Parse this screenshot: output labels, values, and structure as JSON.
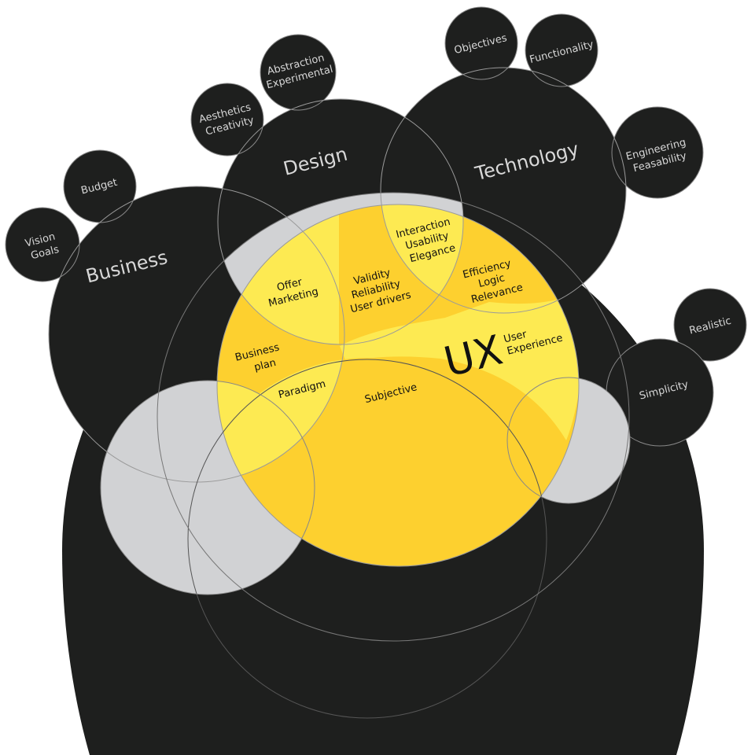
{
  "colors": {
    "background": "#ffffff",
    "circle_dark": "#1e1f1e",
    "overlap_gray": "#d1d2d4",
    "ux_orange": "#fdd02f",
    "ux_yellow": "#fdea52",
    "stroke": "#9a9a9a",
    "text_light": "#d8d8d8",
    "text_dark": "#111111"
  },
  "diagram": {
    "main_circles": {
      "business": "Business",
      "design": "Design",
      "technology": "Technology"
    },
    "satellites": {
      "vision_goals": [
        "Vision",
        "Goals"
      ],
      "budget": "Budget",
      "aesthetics_creativity": [
        "Aesthetics",
        "Creativity"
      ],
      "abstraction_experimental": [
        "Abstraction",
        "Experimental"
      ],
      "objectives": "Objectives",
      "functionality": "Functionality",
      "engineering_feasability": [
        "Engineering",
        "Feasability"
      ],
      "realistic": "Realistic",
      "simplicity": "Simplicity"
    },
    "ux": {
      "title": "UX",
      "subtitle": [
        "User",
        "Experience"
      ],
      "regions": {
        "offer_marketing": [
          "Offer",
          "Marketing"
        ],
        "validity": [
          "Validity",
          "Reliability",
          "User drivers"
        ],
        "interaction": [
          "Interaction",
          "Usability",
          "Elegance"
        ],
        "efficiency": [
          "Efficiency",
          "Logic",
          "Relevance"
        ],
        "business_plan": [
          "Business",
          "plan"
        ],
        "paradigm": "Paradigm",
        "subjective": "Subjective"
      }
    }
  }
}
